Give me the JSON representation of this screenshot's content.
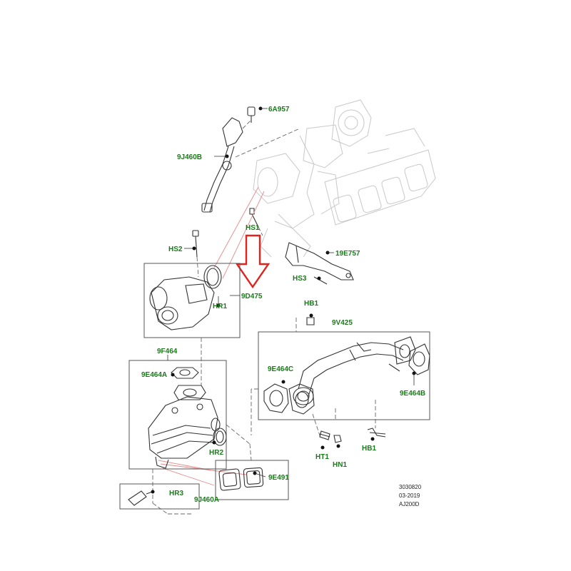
{
  "labels": {
    "6A957": "6A957",
    "9J460B": "9J460B",
    "HS1": "HS1",
    "HS2": "HS2",
    "19E757": "19E757",
    "HS3": "HS3",
    "9D475": "9D475",
    "HR1": "HR1",
    "HB1_top": "HB1",
    "9V425": "9V425",
    "9F464": "9F464",
    "9E464A": "9E464A",
    "9E464C": "9E464C",
    "9E464B": "9E464B",
    "HR2": "HR2",
    "HT1": "HT1",
    "HB1_bottom": "HB1",
    "HN1": "HN1",
    "9E491": "9E491",
    "HR3": "HR3",
    "9J460A": "9J460A"
  },
  "reference": {
    "code": "3030820",
    "date": "03-2019",
    "model": "AJ200D"
  },
  "colors": {
    "label": "#1a7a1a",
    "arrow": "#e0231e",
    "line": "#333333",
    "ghost": "#c8c8c8"
  }
}
